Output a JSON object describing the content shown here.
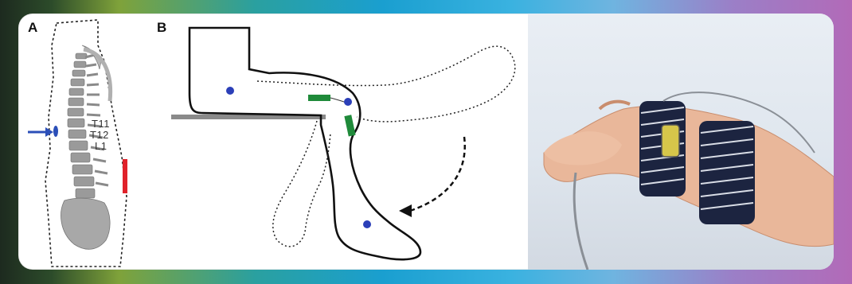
{
  "panels": {
    "a": {
      "label": "A",
      "vertebrae": [
        "T11",
        "T12",
        "L1"
      ]
    },
    "b": {
      "label": "B"
    }
  },
  "colors": {
    "arrow": "#2b4fb8",
    "marker_red": "#e0222a",
    "marker_green": "#1f8a3a",
    "dot_blue": "#2b3fb8"
  }
}
